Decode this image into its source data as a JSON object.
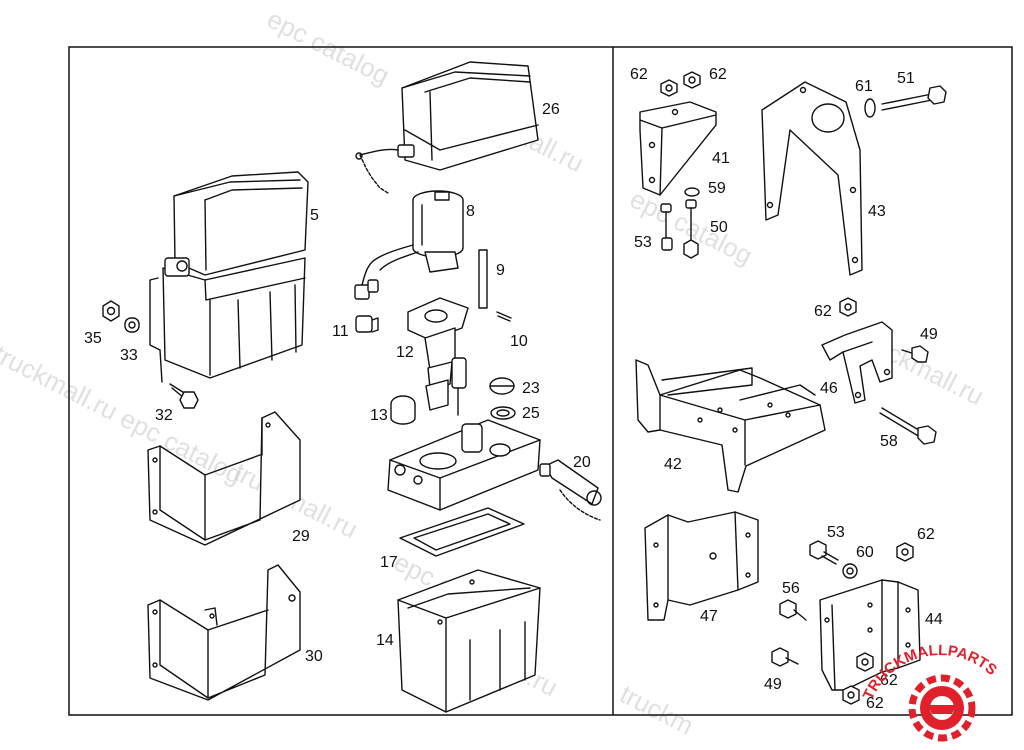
{
  "watermark": {
    "texts": [
      "epc catalog",
      "truckmall.ru",
      "epc catalog",
      "truckmall.ru epc catalog",
      "truckmall.ru",
      "epc catalog",
      "truckmall.ru",
      "ru epc catalog",
      "truckmall.ru",
      "truckmall.ru",
      "truckm"
    ]
  },
  "logo": {
    "text": "TRUCKMALLPARTS",
    "color": "#e0202a"
  },
  "labels": {
    "p5": "5",
    "p26": "26",
    "p8": "8",
    "p9": "9",
    "p10": "10",
    "p11": "11",
    "p12": "12",
    "p13": "13",
    "p23": "23",
    "p25": "25",
    "p20": "20",
    "p17": "17",
    "p14": "14",
    "p29": "29",
    "p30": "30",
    "p35": "35",
    "p33": "33",
    "p32": "32",
    "p62a": "62",
    "p62b": "62",
    "p41": "41",
    "p59": "59",
    "p50": "50",
    "p53a": "53",
    "p61": "61",
    "p51": "51",
    "p43": "43",
    "p62c": "62",
    "p49a": "49",
    "p46": "46",
    "p58": "58",
    "p42": "42",
    "p47": "47",
    "p53b": "53",
    "p60": "60",
    "p62d": "62",
    "p56": "56",
    "p44": "44",
    "p49b": "49",
    "p62e": "62",
    "p62f": "62"
  }
}
